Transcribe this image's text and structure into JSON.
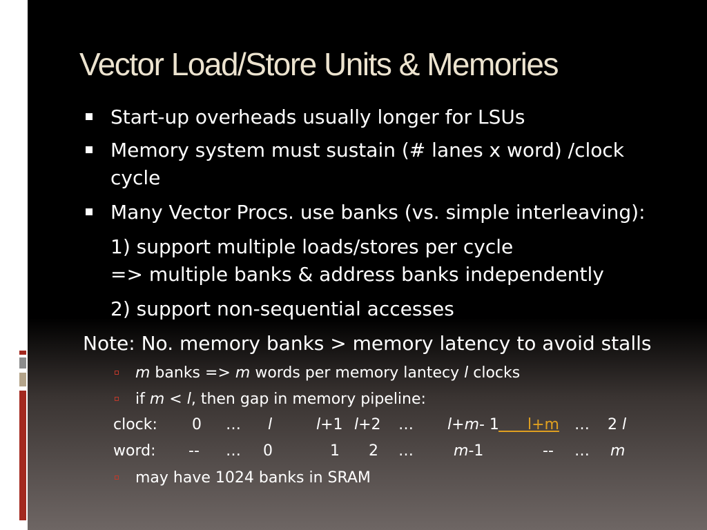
{
  "title": "Vector Load/Store Units & Memories",
  "bullets": [
    "Start-up overheads usually longer for LSUs",
    "Memory system must sustain (# lanes x word) /clock",
    "cycle",
    "Many Vector Procs. use banks (vs. simple interleaving):"
  ],
  "numbered": [
    "1) support multiple loads/stores per cycle",
    "=> multiple banks & address banks independently",
    "2) support non-sequential accesses"
  ],
  "note": "Note: No. memory banks > memory latency to avoid stalls",
  "sub_bullets": {
    "first": {
      "m1": "m",
      "t1": " banks => ",
      "m2": "m",
      "t2": " words per memory lantecy ",
      "l": "l",
      "t3": " clocks"
    },
    "second": {
      "t1": "if ",
      "m": "m",
      "t2": " <  ",
      "l": "l",
      "t3": ", then gap in memory pipeline:"
    },
    "third": "may have 1024 banks in SRAM"
  },
  "table": {
    "clock": {
      "label": "clock:",
      "c0": "0",
      "c1": "…",
      "c2": "l",
      "c3a": "l",
      "c3b": "+1",
      "c4a": "l",
      "c4b": "+2",
      "c5": "…",
      "c6a": "l",
      "c6b": "+",
      "c6c": "m",
      "c6d": "- 1",
      "c7": "      l+m",
      "c8": "…",
      "c9a": "2 ",
      "c9b": "l"
    },
    "word": {
      "label": "word:",
      "c0": "--",
      "c1": "…",
      "c2": "0",
      "c3": "1",
      "c4": "2",
      "c5": "…",
      "c6a": "m",
      "c6b": "-1",
      "c7": "--",
      "c8": "…",
      "c9": "m"
    }
  }
}
